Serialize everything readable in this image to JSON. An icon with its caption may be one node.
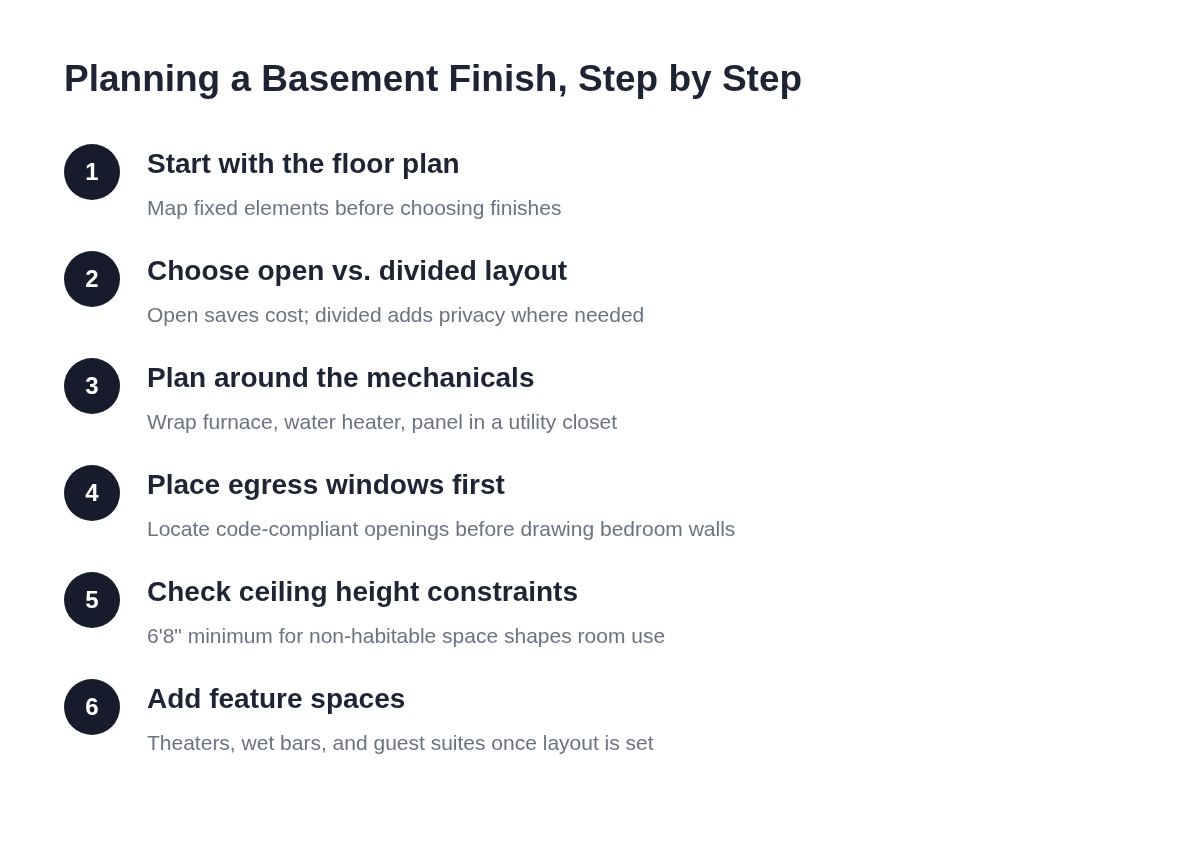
{
  "diagram": {
    "title": "Planning a Basement Finish, Step by Step",
    "nodes": [
      {
        "text": [
          "1"
        ],
        "beside": [
          "Start with the floor plan",
          "Map fixed elements before choosing finishes"
        ]
      },
      {
        "text": [
          "2"
        ],
        "beside": [
          "Choose open vs. divided layout",
          "Open saves cost; divided adds privacy where needed"
        ]
      },
      {
        "text": [
          "3"
        ],
        "beside": [
          "Plan around the mechanicals",
          "Wrap furnace, water heater, panel in a utility closet"
        ]
      },
      {
        "text": [
          "4"
        ],
        "beside": [
          "Place egress windows first",
          "Locate code-compliant openings before drawing bedroom walls"
        ]
      },
      {
        "text": [
          "5"
        ],
        "beside": [
          "Check ceiling height constraints",
          "6'8\" minimum for non-habitable space shapes room use"
        ]
      },
      {
        "text": [
          "6"
        ],
        "beside": [
          "Add feature spaces",
          "Theaters, wet bars, and guest suites once layout is set"
        ]
      }
    ]
  }
}
